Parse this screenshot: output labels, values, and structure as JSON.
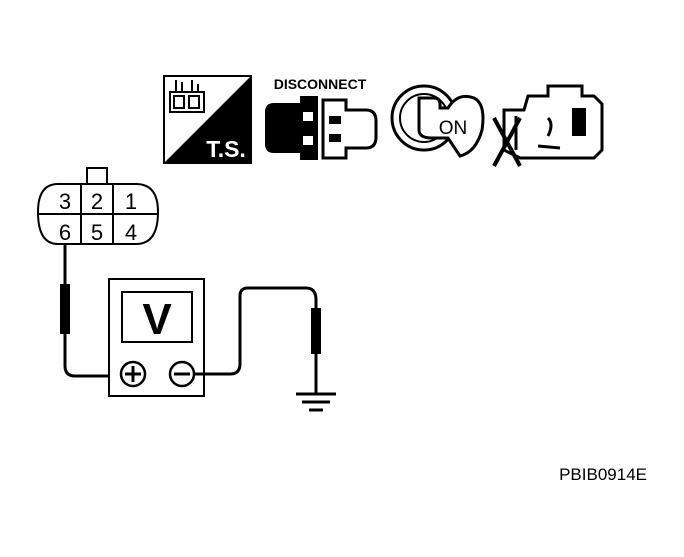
{
  "icons": {
    "ts_label": "T.S.",
    "disconnect_label": "DISCONNECT",
    "ignition_label": "ON"
  },
  "connector": {
    "pins_top": [
      "3",
      "2",
      "1"
    ],
    "pins_bottom": [
      "6",
      "5",
      "4"
    ]
  },
  "meter": {
    "display": "V"
  },
  "figure_id": "PBIB0914E",
  "colors": {
    "ink": "#000000",
    "paper": "#ffffff"
  }
}
